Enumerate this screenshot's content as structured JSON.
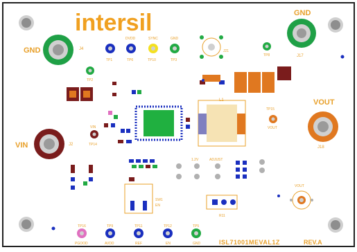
{
  "board": {
    "logo_text": "intersil",
    "board_id": "ISL71001MEVAL1Z",
    "rev": "REV.A",
    "colors": {
      "silkscreen": "#e8a02a",
      "board": "#ffffff",
      "outline": "#222222",
      "pad_gray": "#b8b8b8",
      "green": "#22aa44",
      "blue": "#1a2fbf",
      "brown": "#7a1c1c",
      "orange": "#e07820",
      "pink": "#e070c0",
      "yellow": "#f4e020"
    }
  },
  "labels": {
    "gnd_left": "GND",
    "gnd_right": "GND",
    "vin": "VIN",
    "vout": "VOUT",
    "j4": "J4",
    "j17": "J17",
    "j2": "J2",
    "j18": "J18",
    "j21": "J21",
    "tp1": "TP1",
    "tp6": "TP6",
    "tp10": "TP10",
    "tp3": "TP3",
    "tp2": "TP2",
    "tp8": "TP8",
    "tp14": "TP14",
    "tp15": "TP15",
    "sync": "SYNC",
    "gnd_tp": "GND",
    "dvdd": "DVDD",
    "vout_tp": "VOUT",
    "vin_tp": "VIN",
    "l1": "L1",
    "r11": "R11",
    "sw1": "SW1",
    "en_sw": "EN",
    "v12": "1.2V",
    "adjust": "ADJUST",
    "vout_small": "VOUT",
    "bottom_tp": [
      {
        "id": "TP16",
        "name": "PGOOD"
      },
      {
        "id": "TP9",
        "name": "AVDD"
      },
      {
        "id": "TP11",
        "name": "REF"
      },
      {
        "id": "TP12",
        "name": "EN"
      },
      {
        "id": "TP5",
        "name": "GND"
      }
    ]
  }
}
